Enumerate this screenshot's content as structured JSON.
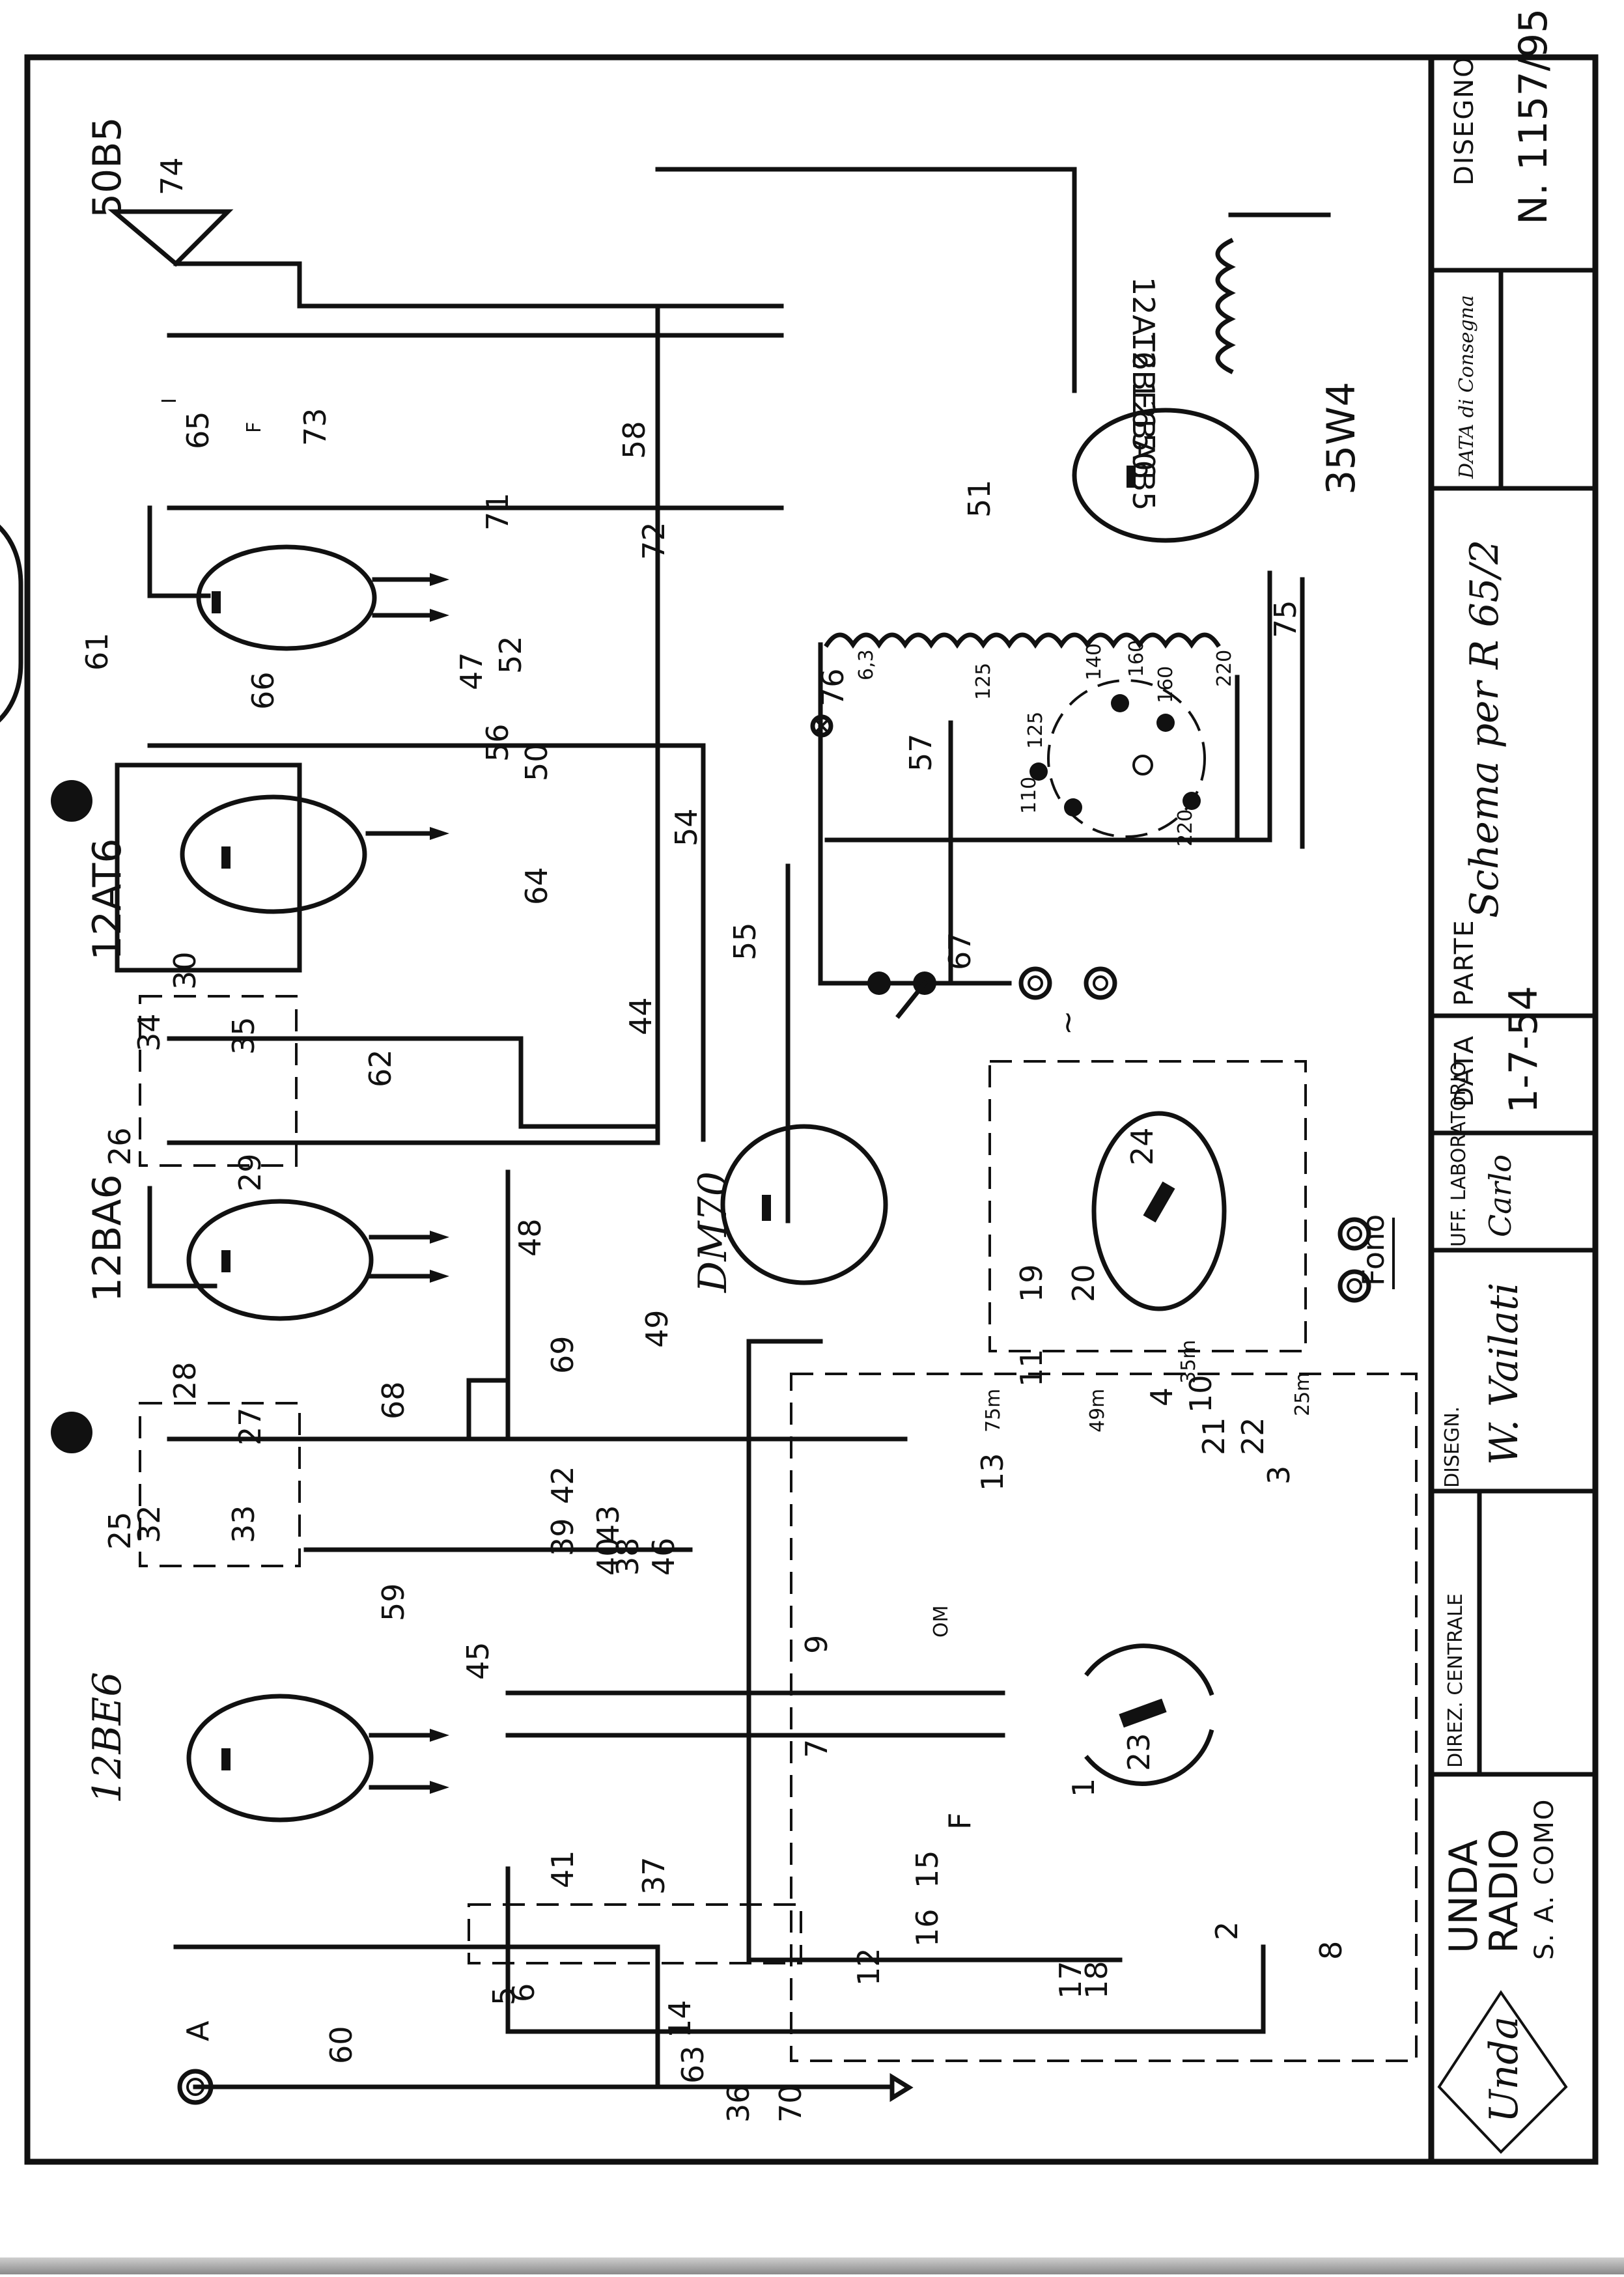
{
  "title_block": {
    "company_line1": "UNDA",
    "company_line2": "RADIO",
    "company_line3": "S. A. COMO",
    "logo_text": "Unda",
    "direz_centrale_label": "DIREZ. CENTRALE",
    "disegnatore_label": "DISEGN.",
    "disegnatore_signature": "W. Vailati",
    "uff_laboratorio_label": "UFF. LABORATORIO",
    "uff_laboratorio_signature": "Carlo",
    "data_label": "DATA",
    "data_value": "1-7-54",
    "parte_label": "PARTE",
    "parte_value": "Schema per R 65/2",
    "data_consegna_label": "DATA di Consegna",
    "data_consegna_value": "",
    "disegno_label": "DISEGNO",
    "disegno_number": "N. 1157/95"
  },
  "tubes": {
    "t1": "50B5",
    "t2": "12AT6",
    "t3": "12BA6",
    "t4": "12BE6",
    "t5": "DM70",
    "t6": "35W4"
  },
  "heater_chain": [
    "12AT6",
    "12BE6",
    "12BA6",
    "50B5"
  ],
  "connectors": {
    "antenna": "A",
    "mains": "~",
    "phono": "Fono",
    "frame_ground": "F"
  },
  "speaker_output": {
    "speaker": "74",
    "transformer": "73",
    "tap_i": "I",
    "tap_f": "F"
  },
  "power_transformer": {
    "ref": "75",
    "taps": [
      "6,3",
      "125",
      "160",
      "220"
    ],
    "selector_positions": [
      "110",
      "125",
      "140",
      "160",
      "220"
    ],
    "pilot_lamp": "76"
  },
  "wave_switch": {
    "ref": "23",
    "bands": [
      "OM",
      "75m",
      "49m",
      "35m",
      "25m"
    ]
  },
  "phono_switch": {
    "ref": "24"
  },
  "if_transformers": [
    "25",
    "26"
  ],
  "components": {
    "capacitors": [
      "6",
      "7",
      "8",
      "9",
      "10",
      "11",
      "12",
      "13",
      "27",
      "28",
      "29",
      "30",
      "59",
      "60",
      "61",
      "62",
      "63",
      "64",
      "65",
      "66",
      "67",
      "68",
      "69",
      "70",
      "71",
      "72"
    ],
    "resistors": [
      "44",
      "45",
      "46",
      "47",
      "48",
      "49",
      "50",
      "51",
      "52",
      "54",
      "55",
      "56",
      "57",
      "58"
    ],
    "coils": [
      "1",
      "2",
      "3",
      "4",
      "5",
      "36",
      "37",
      "38",
      "39",
      "40",
      "41",
      "42",
      "43"
    ],
    "trimmers": [
      "14",
      "15",
      "16",
      "17",
      "18",
      "19",
      "20",
      "21",
      "22",
      "32",
      "33",
      "34",
      "35"
    ]
  }
}
